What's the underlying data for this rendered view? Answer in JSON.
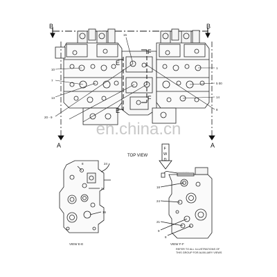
{
  "section_labels": {
    "b_left": "B",
    "b_right": "B",
    "a_left": "A",
    "a_right": "A",
    "e_upper": "E",
    "e_lower": "E",
    "f_upper": "F",
    "f_lower": "F"
  },
  "view_titles": {
    "top_view": "TOP VIEW",
    "view_ee": "VIEW E-E",
    "view_ff": "VIEW F-F"
  },
  "arrow_fwd": [
    "F",
    "W",
    "D"
  ],
  "watermark": "en.china.cn",
  "note": [
    "REFER TO ALL ILLUSTRATIONS OF",
    "THIS GROUP FOR AUXILIARY VIEWS"
  ],
  "callouts_top": [
    "10",
    "7",
    "13",
    "20 - 9",
    "1",
    "5 00",
    "14",
    "8",
    "15"
  ],
  "callouts_view_e": [
    "8",
    "24",
    "21",
    "16"
  ],
  "callouts_view_f": [
    "18",
    "24",
    "21",
    "9",
    "8"
  ]
}
